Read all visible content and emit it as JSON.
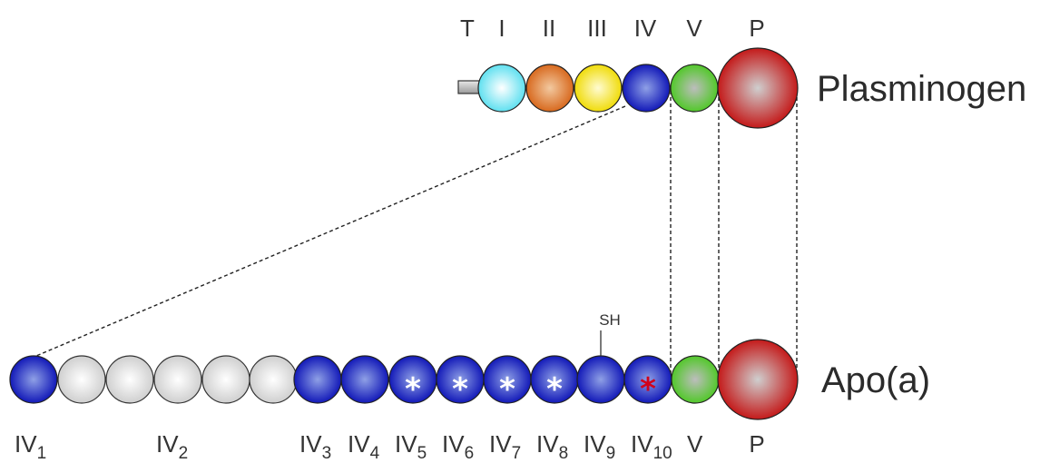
{
  "top_row": {
    "name": "Plasminogen",
    "domain_labels": [
      "T",
      "I",
      "II",
      "III",
      "IV",
      "V",
      "P"
    ]
  },
  "bottom_row": {
    "name": "Apo(a)",
    "sh_label": "SH",
    "domain_labels": [
      {
        "main": "IV",
        "sub": "1"
      },
      {
        "main": "IV",
        "sub": "2"
      },
      {
        "main": "IV",
        "sub": "3"
      },
      {
        "main": "IV",
        "sub": "4"
      },
      {
        "main": "IV",
        "sub": "5"
      },
      {
        "main": "IV",
        "sub": "6"
      },
      {
        "main": "IV",
        "sub": "7"
      },
      {
        "main": "IV",
        "sub": "8"
      },
      {
        "main": "IV",
        "sub": "9"
      },
      {
        "main": "IV",
        "sub": "10"
      },
      {
        "main": "V",
        "sub": ""
      },
      {
        "main": "P",
        "sub": ""
      }
    ]
  },
  "colors": {
    "tail": "#b5b5b5",
    "kringle_I": "#7ee8f5",
    "kringle_II": "#e07a35",
    "kringle_III": "#f4e41c",
    "kringle_IV": "#1a22c8",
    "kringle_V": "#62cd3a",
    "protease": "#cc2222",
    "repeat_grey": "#d8d8d8",
    "star_red": "#d0021b"
  }
}
